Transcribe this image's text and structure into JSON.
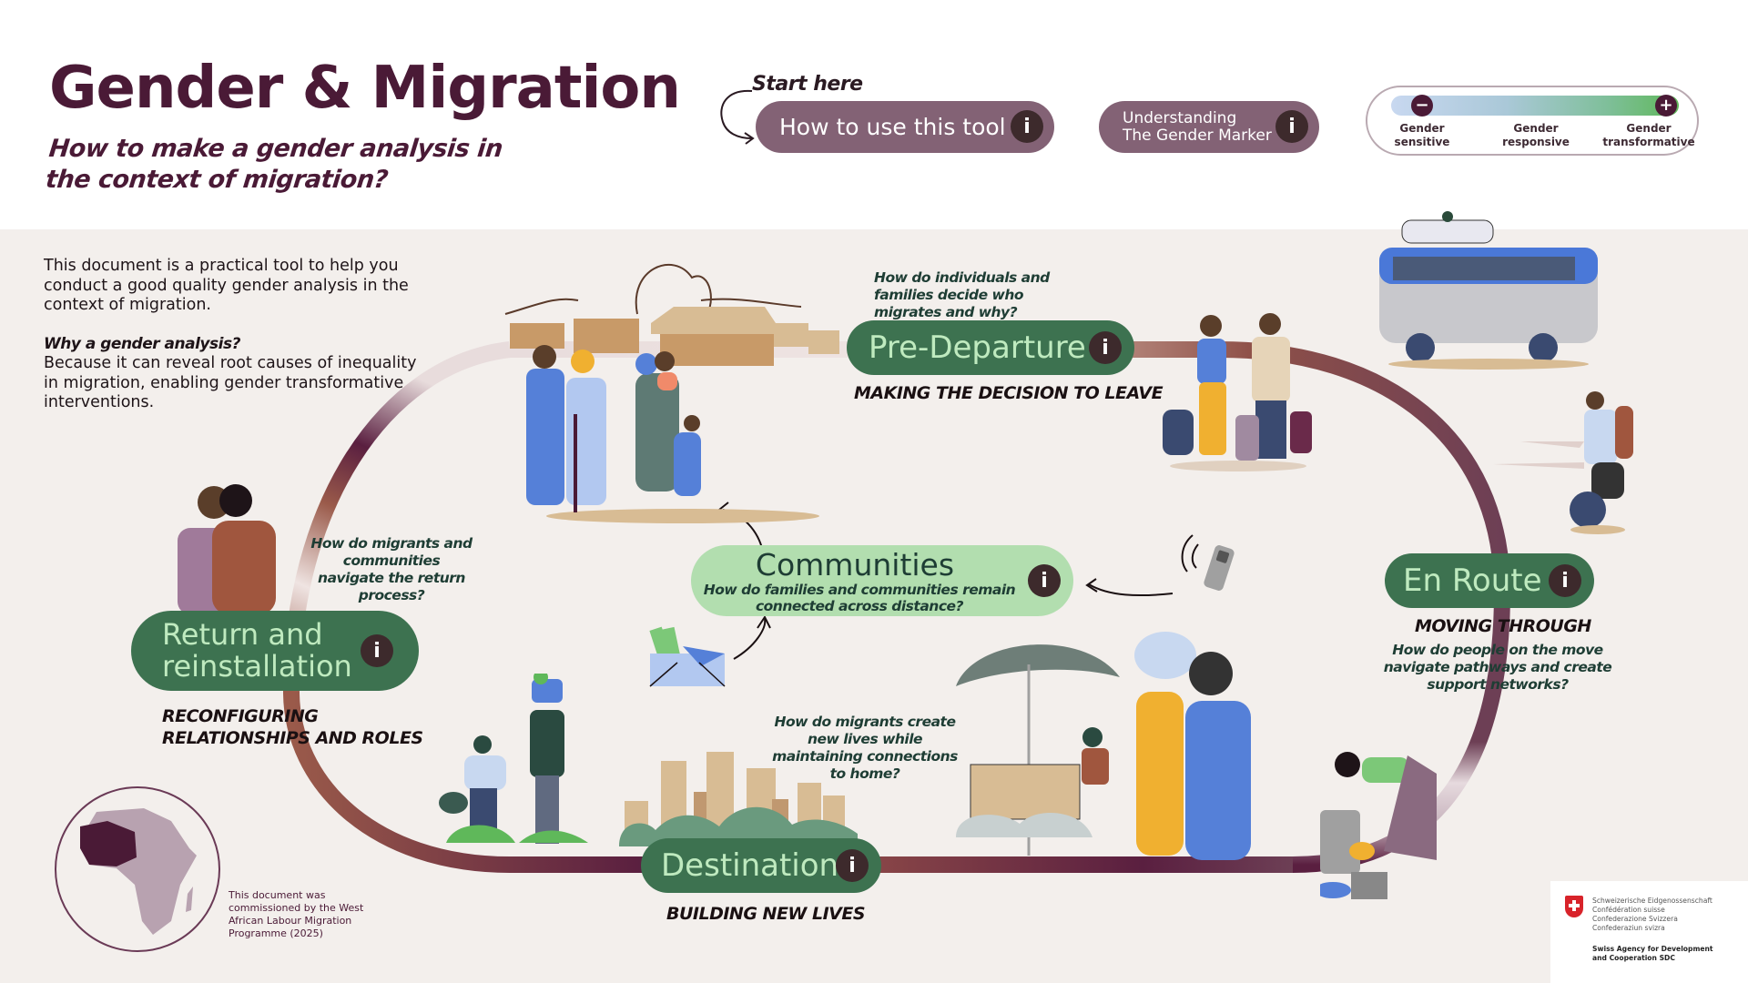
{
  "header": {
    "title": "Gender & Migration",
    "subtitle": "How to make a gender analysis in the context of migration?",
    "start_here": "Start here",
    "how_to_use": "How to use this tool",
    "gender_marker_line1": "Understanding",
    "gender_marker_line2": "The Gender Marker",
    "info_glyph": "i"
  },
  "gender_scale": {
    "minus_glyph": "−",
    "plus_glyph": "+",
    "labels": [
      {
        "line1": "Gender",
        "line2": "sensitive"
      },
      {
        "line1": "Gender",
        "line2": "responsive"
      },
      {
        "line1": "Gender",
        "line2": "transformative"
      }
    ],
    "colors": {
      "start": "#c8d8f0",
      "end": "#5fb85a"
    }
  },
  "intro": {
    "paragraph": "This document is a practical tool to help you conduct a good quality gender analysis in the context of migration.",
    "why_heading": "Why a gender analysis?",
    "why_text": "Because it can reveal root causes of inequality in migration, enabling gender transformative interventions."
  },
  "stages": {
    "pre_departure": {
      "label": "Pre-Departure",
      "caption": "Making the decision to leave",
      "question": "How do individuals and families decide who migrates and why?"
    },
    "en_route": {
      "label": "En Route",
      "caption": "Moving through",
      "question": "How do people on the move navigate pathways and create support networks?"
    },
    "destination": {
      "label": "Destination",
      "caption": "Building new lives",
      "question": "How do migrants create new lives while maintaining connections to home?"
    },
    "return": {
      "label_line1": "Return and",
      "label_line2": "reinstallation",
      "caption": "Reconfiguring relationships and roles",
      "question": "How do migrants and communities navigate the return process?"
    },
    "communities": {
      "label": "Communities",
      "question": "How do families and communities remain connected across distance?"
    }
  },
  "footer": {
    "commission_note": "This document was commissioned by the West African Labour Migration Programme (2025)",
    "sdc_lines": [
      "Schweizerische Eidgenossenschaft",
      "Confédération suisse",
      "Confederazione Svizzera",
      "Confederaziun svizra"
    ],
    "sdc_agency_line1": "Swiss Agency for Development",
    "sdc_agency_line2": "and Cooperation SDC"
  },
  "colors": {
    "brand_plum": "#4a1a36",
    "pill_plum": "#836275",
    "stage_green": "#3d7250",
    "stage_text": "#bfeabf",
    "communities_green": "#b2deaf",
    "loop_dark": "#5a1f40",
    "loop_rust": "#9a5a4a",
    "background": "#f3efec"
  }
}
